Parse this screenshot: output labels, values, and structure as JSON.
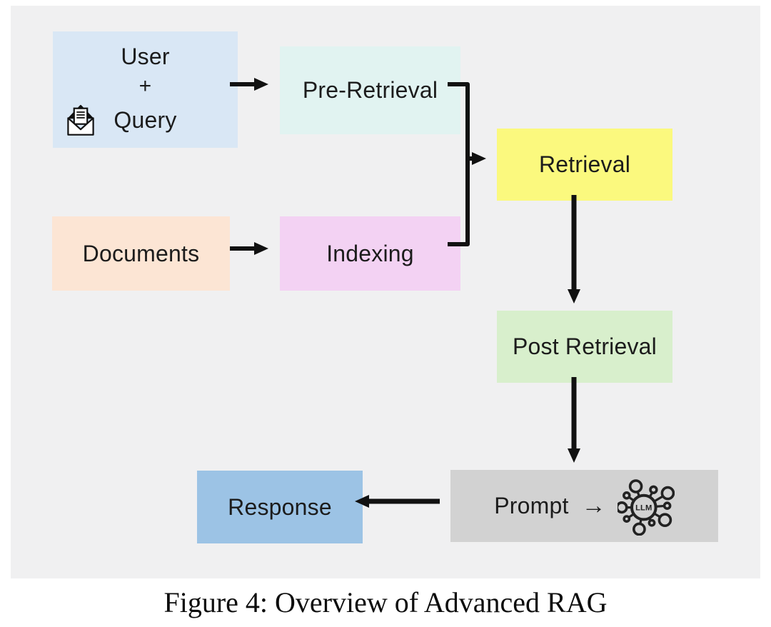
{
  "caption": "Figure 4: Overview of Advanced RAG",
  "diagram": {
    "title_implied": "Advanced RAG pipeline flowchart",
    "nodes": {
      "user_query": {
        "line1": "User",
        "line2": "+",
        "line3": "Query",
        "color": "#d9e7f5"
      },
      "pre_retrieval": {
        "label": "Pre-Retrieval",
        "color": "#e1f3f1"
      },
      "documents": {
        "label": "Documents",
        "color": "#fce5d4"
      },
      "indexing": {
        "label": "Indexing",
        "color": "#f3d2f3"
      },
      "retrieval": {
        "label": "Retrieval",
        "color": "#fbf97e"
      },
      "post_retrieval": {
        "label": "Post Retrieval",
        "color": "#d8efcc"
      },
      "prompt": {
        "label": "Prompt",
        "arrow_glyph": "→",
        "llm_icon_label": "LLM",
        "color": "#d2d2d2"
      },
      "response": {
        "label": "Response",
        "color": "#9cc3e5"
      }
    },
    "edges": [
      {
        "from": "user-query",
        "to": "pre-retrieval"
      },
      {
        "from": "documents",
        "to": "indexing"
      },
      {
        "from": "pre-retrieval",
        "to": "retrieval"
      },
      {
        "from": "indexing",
        "to": "retrieval"
      },
      {
        "from": "retrieval",
        "to": "post-retrieval"
      },
      {
        "from": "post-retrieval",
        "to": "prompt"
      },
      {
        "from": "prompt",
        "to": "response"
      }
    ],
    "icons": {
      "envelope": "open-envelope-with-letter",
      "llm": "llm-network-hub"
    },
    "colors": {
      "panel_background": "#f0f0f1",
      "page_background": "#ffffff",
      "line": "#111111",
      "text": "#1c1c1c"
    }
  }
}
